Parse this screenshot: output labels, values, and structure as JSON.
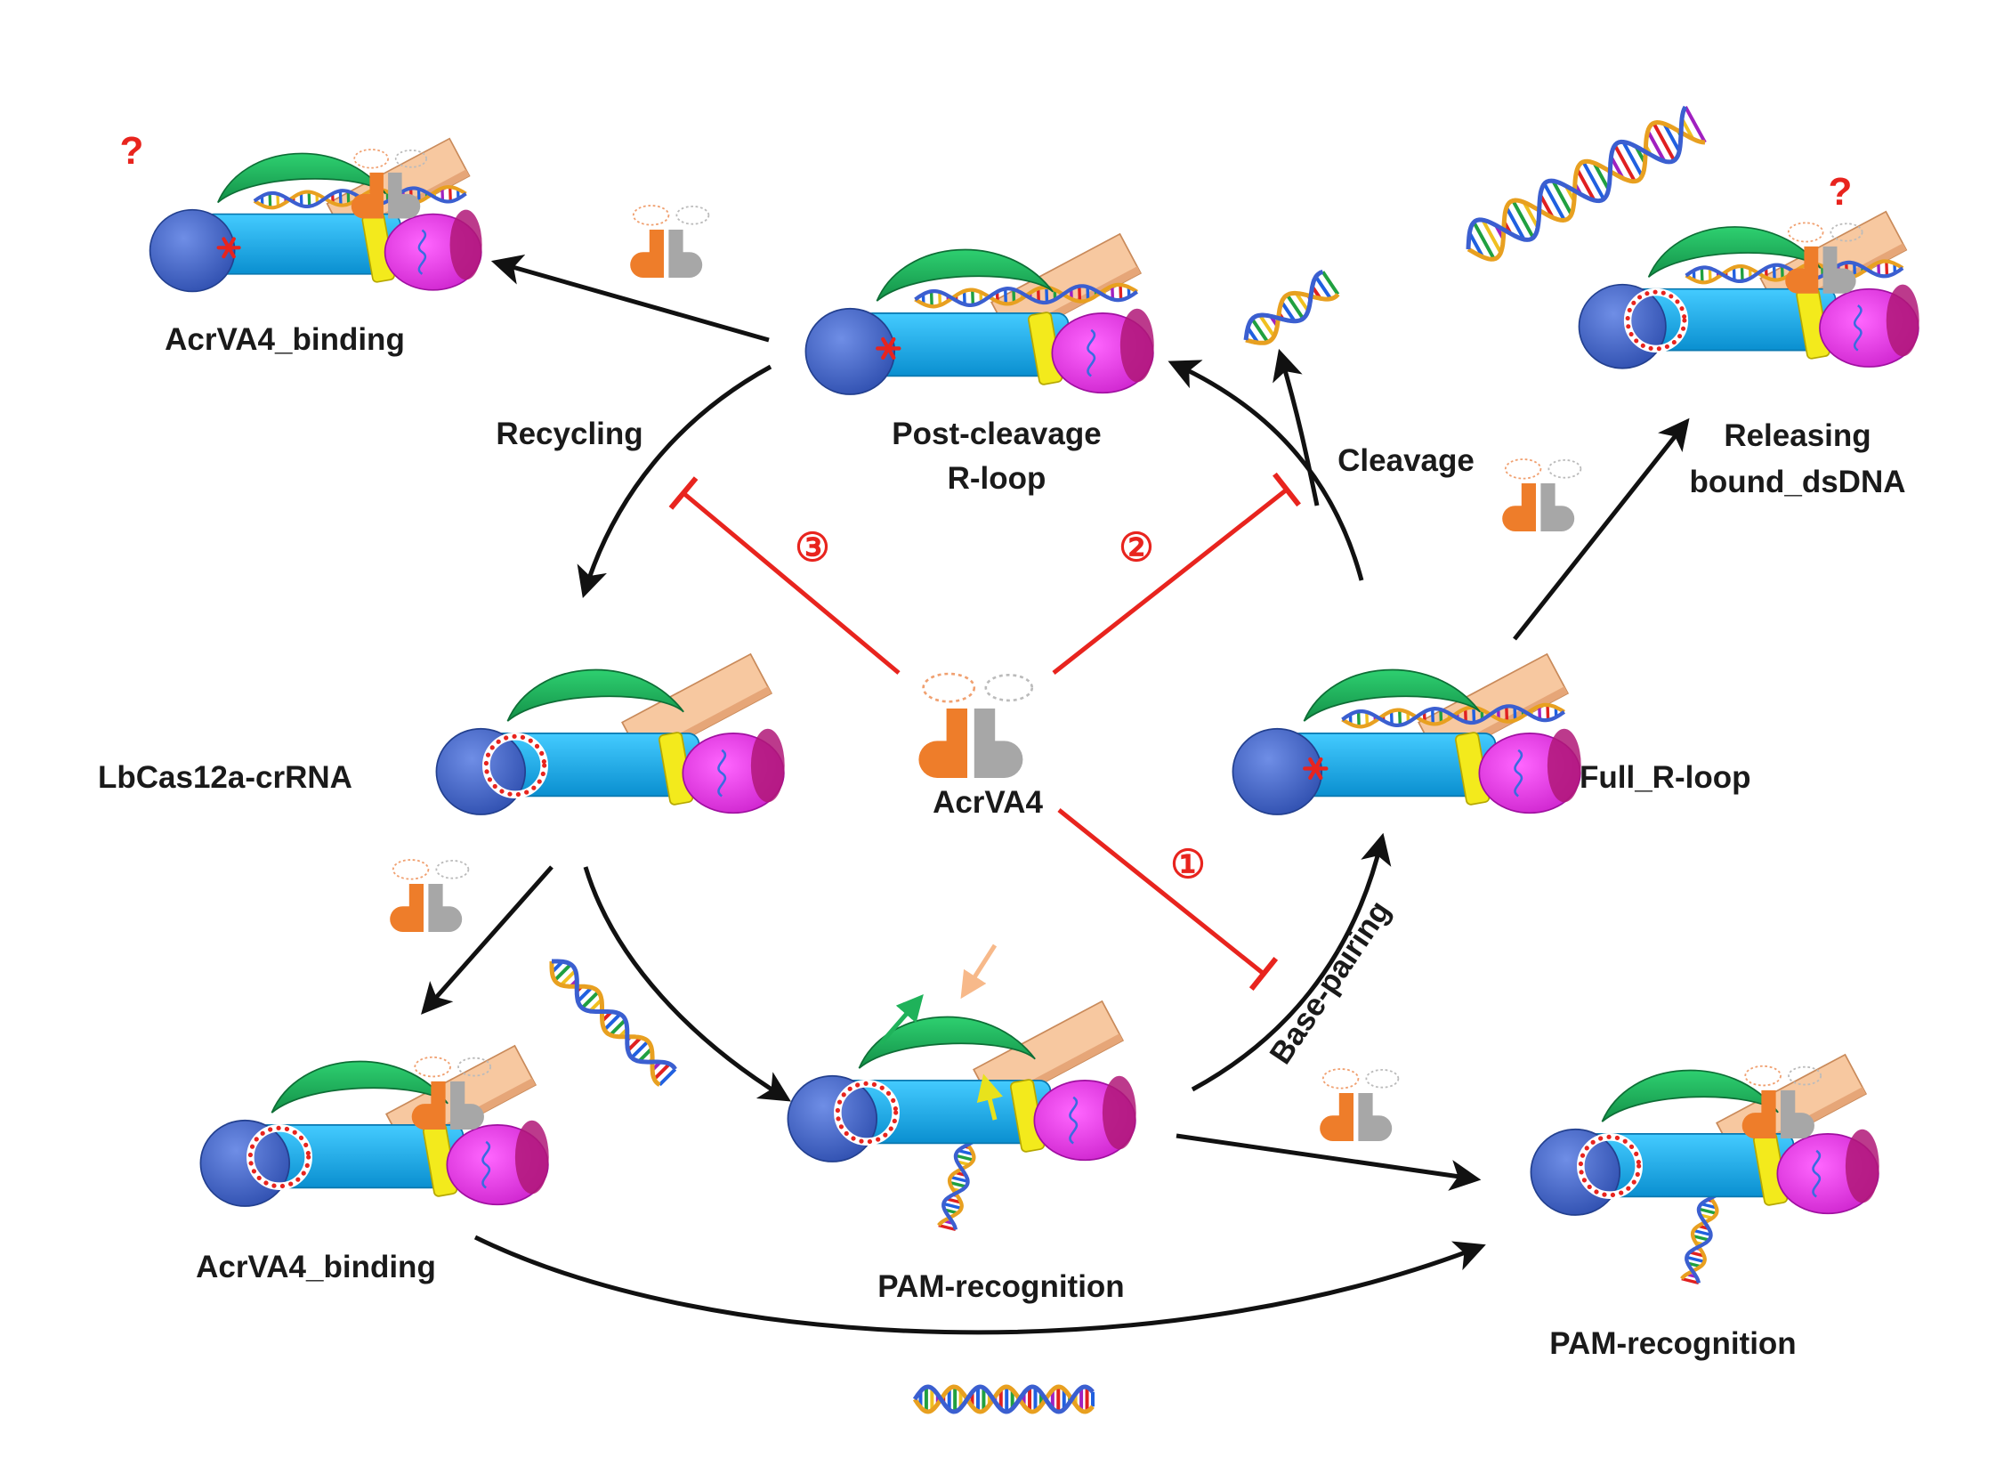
{
  "labels": {
    "tl_binding": "AcrVA4_binding",
    "post_cleavage_1": "Post-cleavage",
    "post_cleavage_2": "R-loop",
    "releasing_1": "Releasing",
    "releasing_2": "bound_dsDNA",
    "recycling": "Recycling",
    "cleavage": "Cleavage",
    "lbcas": "LbCas12a-crRNA",
    "acrva4": "AcrVA4",
    "full_rloop": "Full_R-loop",
    "bl_binding": "AcrVA4_binding",
    "pam_center": "PAM-recognition",
    "pam_right": "PAM-recognition",
    "base_pairing": "Base-pairing"
  },
  "markers": {
    "circ1": "①",
    "circ2": "②",
    "circ3": "③",
    "question": "?"
  },
  "colors": {
    "rec_blue": "#4a6fd1",
    "wed_cyan": "#14b4ef",
    "ruvc_green": "#1fb25a",
    "nuc_peach": "#f7c8a0",
    "bh_yellow": "#f3ea1c",
    "pi_magenta": "#ee3cee",
    "acr_orange": "#ee7d2a",
    "acr_gray": "#a7a7a7",
    "inhibit_red": "#e8241e",
    "arrow_black": "#111111"
  }
}
